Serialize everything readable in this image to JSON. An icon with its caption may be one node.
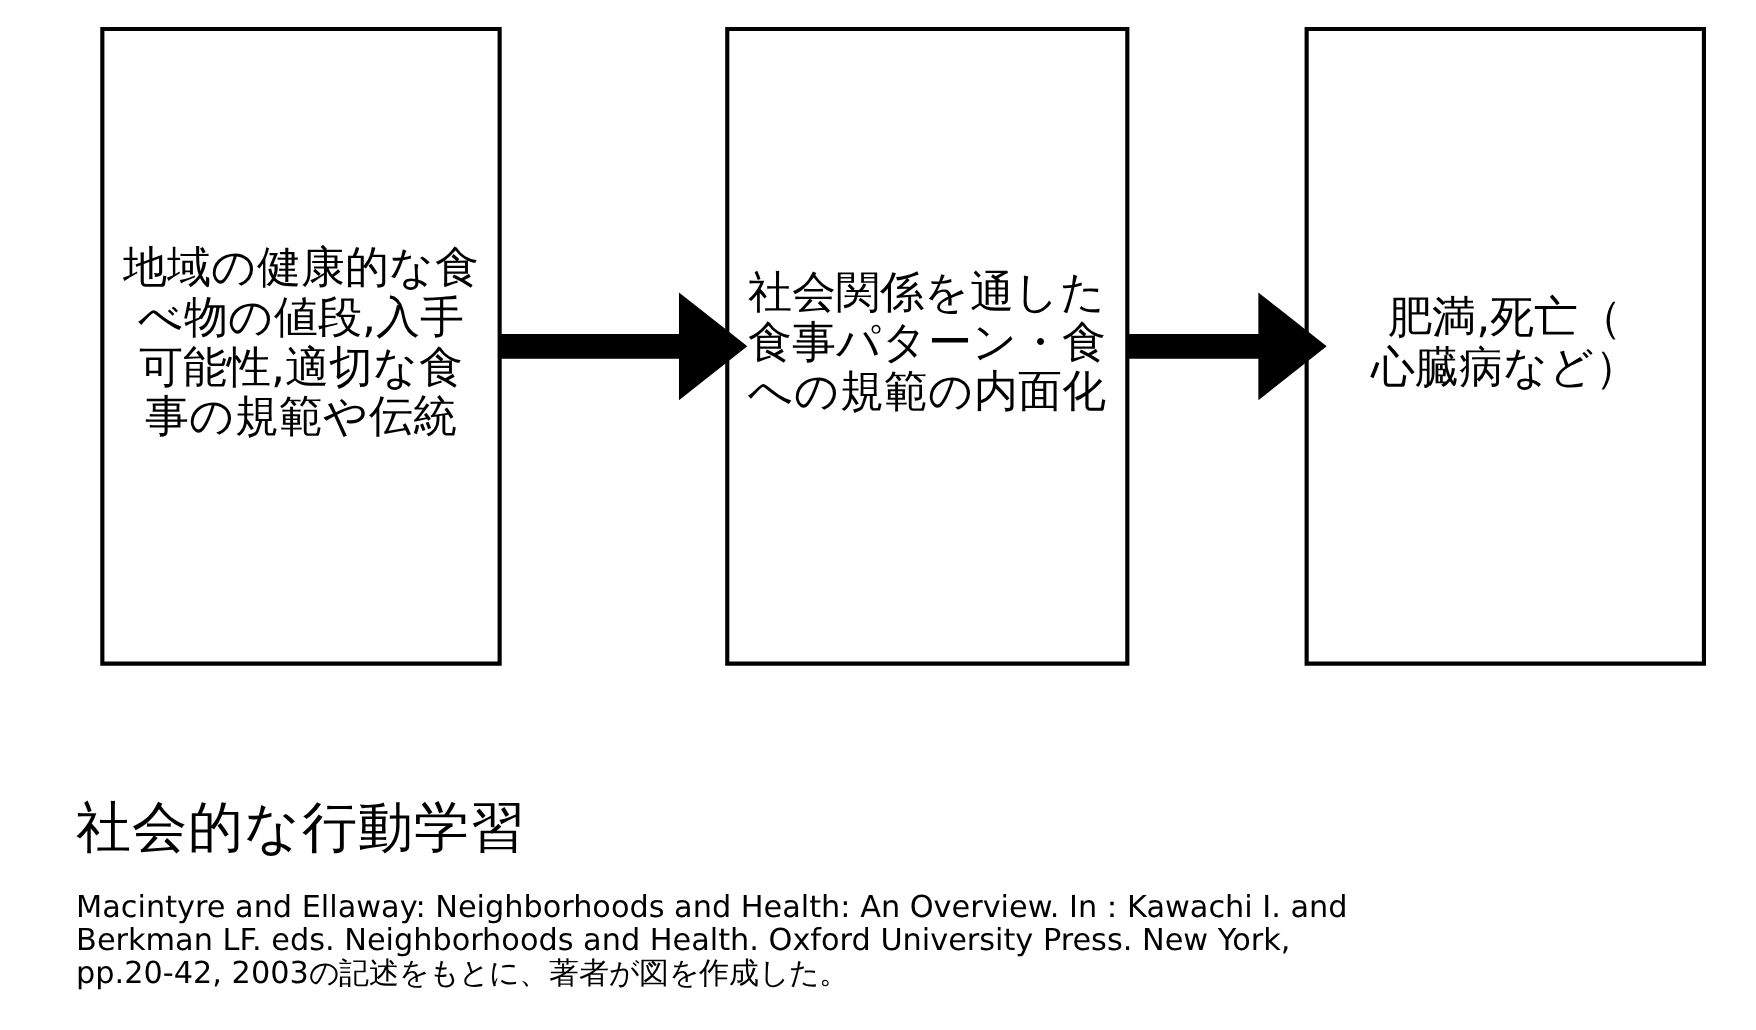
{
  "diagram": {
    "caption": "Macintyre and Ellaway: Neighborhoods and Health: An Overview. In：Kawachi I. and Berkman LF. eds. Neighborhoods and Health. Oxford University Press. New York, pp.20-42, 2003の記述をもとに、著者が図を作成した。",
    "nodes": [
      {
        "text": [
          "地域の健康的な食べ物の値段,入手可能性,適切な食事の規範や伝統"
        ]
      },
      {
        "text": [
          "社会関係を通した食事パターン・食への規範の内面化"
        ]
      },
      {
        "text": [
          "肥満,死亡（心臓病など）"
        ]
      }
    ],
    "edges": [
      {
        "from": 0,
        "to": 1,
        "arrow": "to"
      },
      {
        "from": 1,
        "to": 2,
        "arrow": "to"
      }
    ],
    "labels": [
      "社会的な行動学習"
    ]
  }
}
